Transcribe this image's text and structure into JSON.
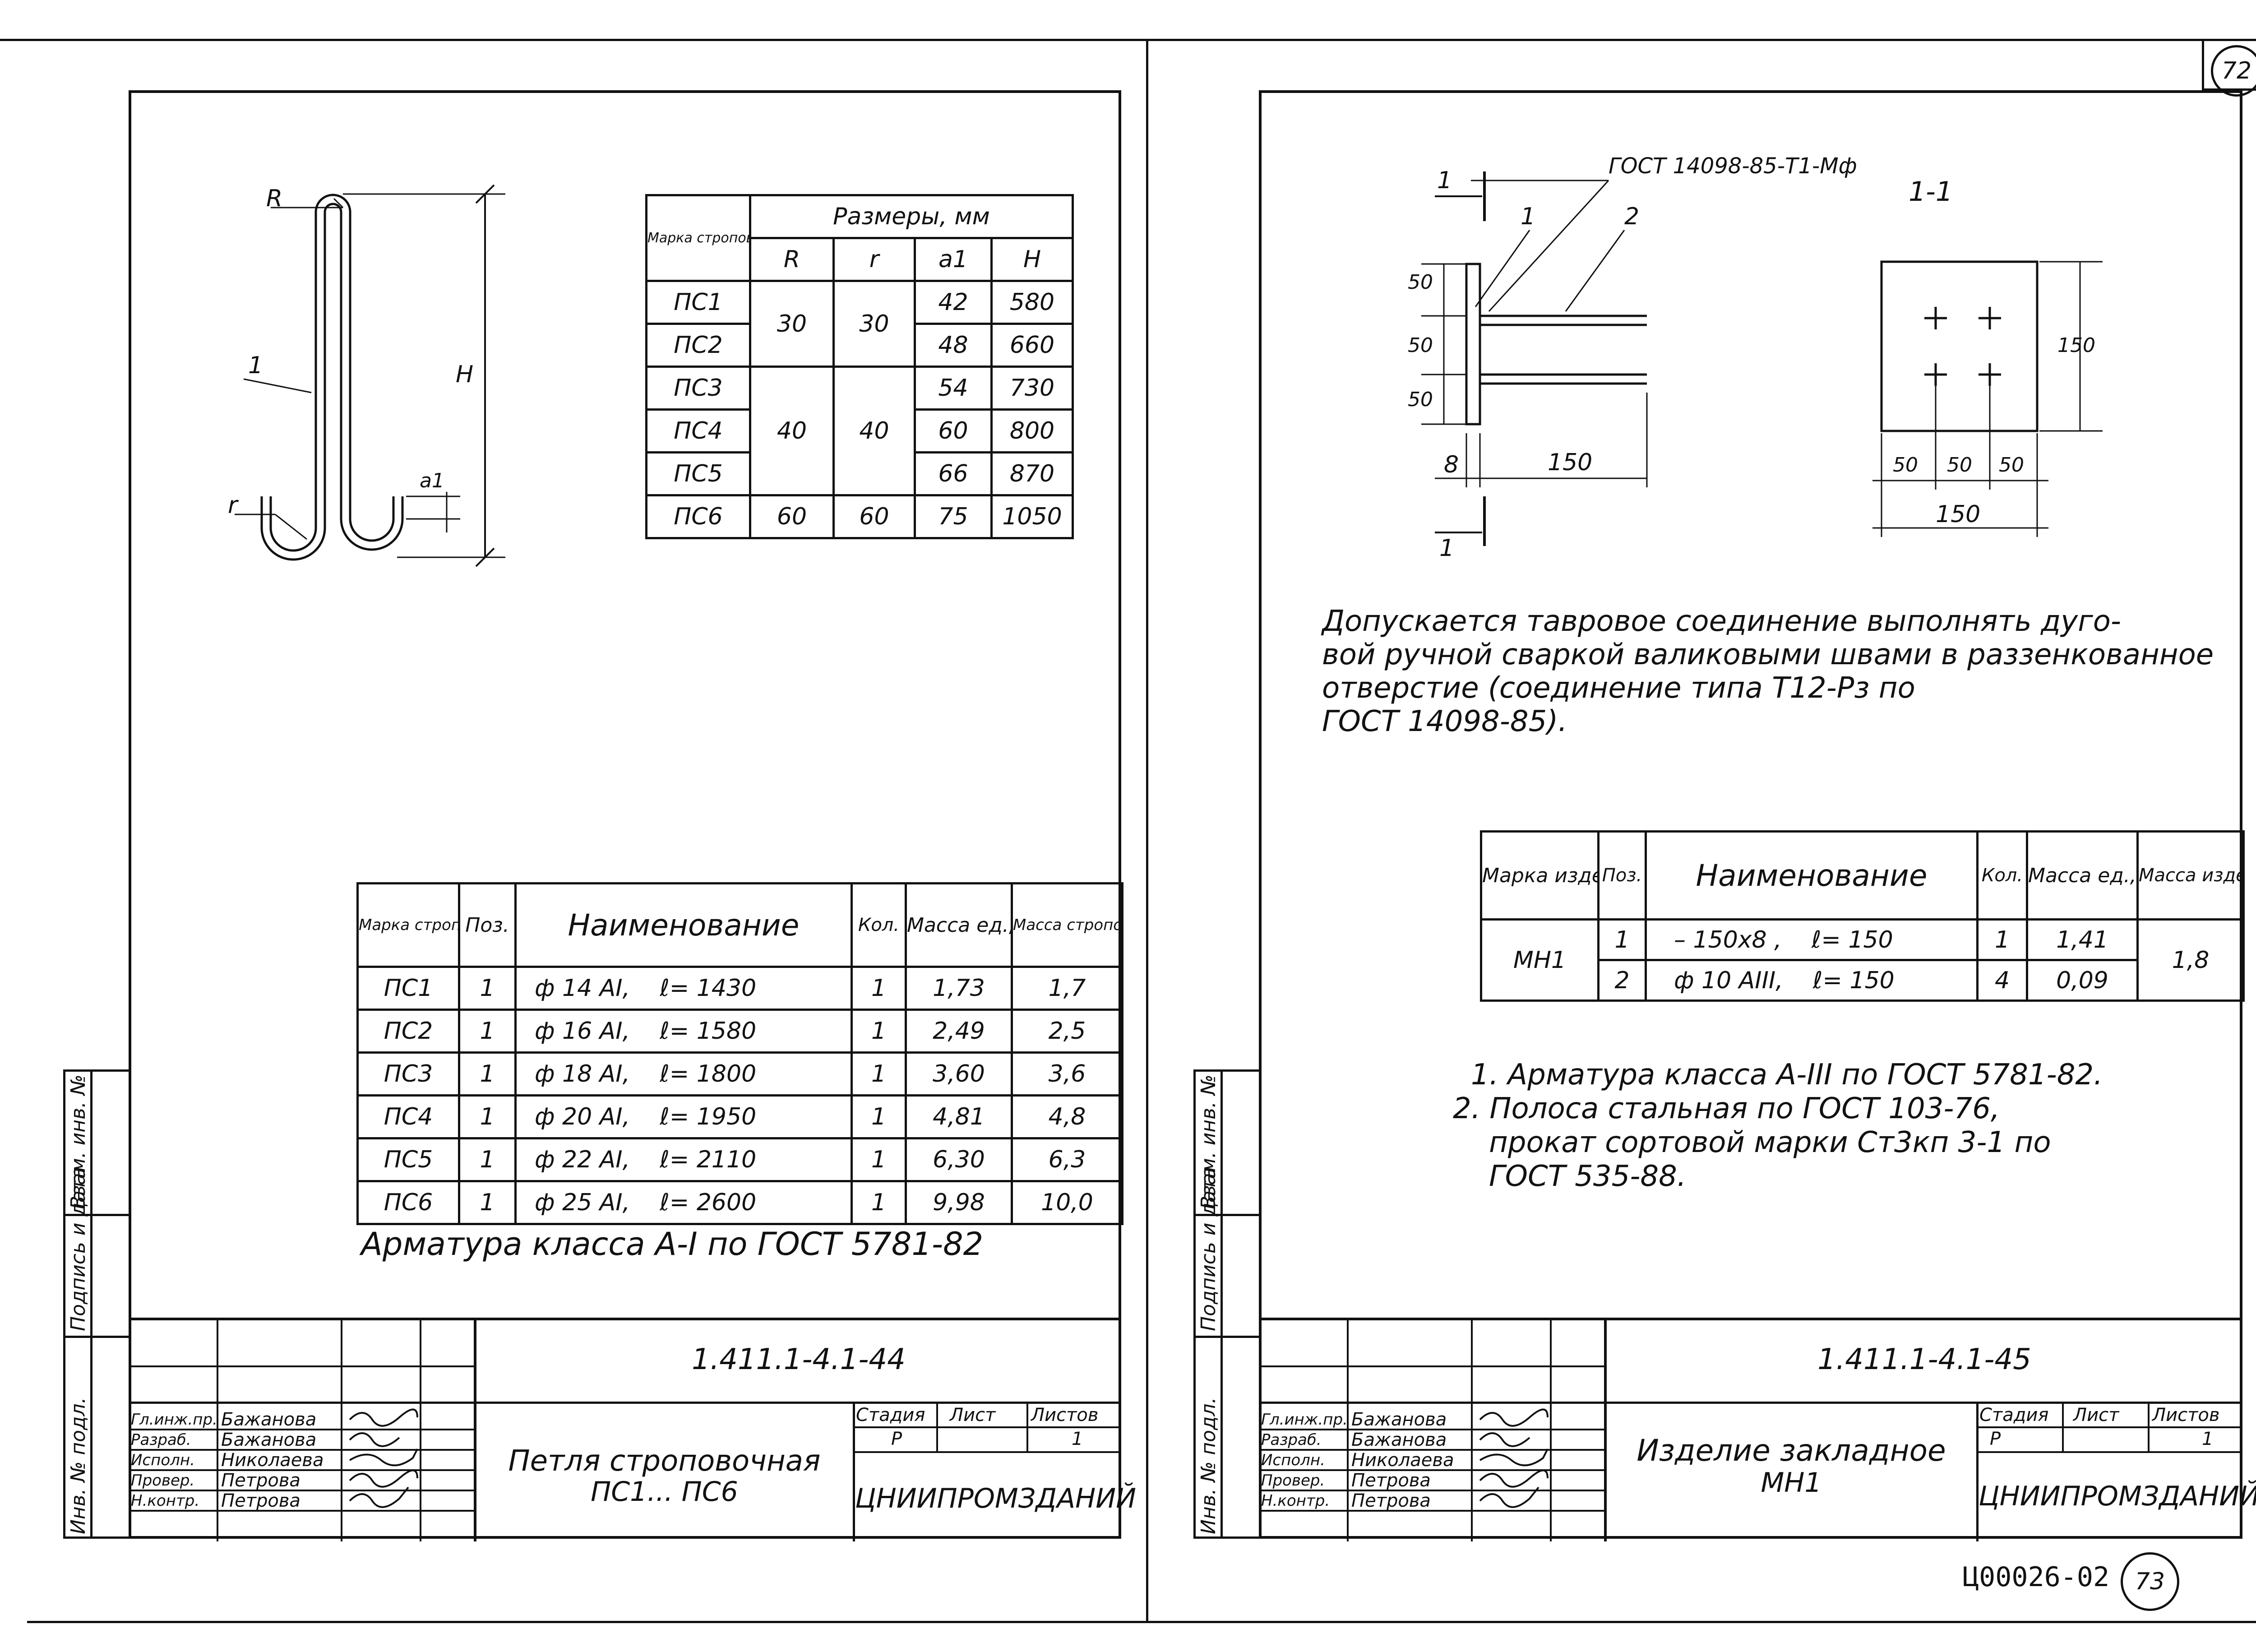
{
  "page_number_top": "72",
  "page_number_bottom": "73",
  "archive_code": "Ц00026-02",
  "left": {
    "dim_labels": {
      "R": "R",
      "r": "r",
      "a1": "a1",
      "H": "H",
      "pos": "1"
    },
    "dims_table": {
      "header_mark": "Марка строповочной петли",
      "header_sizes": "Размеры, мм",
      "cols": [
        "R",
        "r",
        "a1",
        "H"
      ],
      "rows": [
        {
          "mark": "ПС1",
          "a1": "42",
          "H": "580"
        },
        {
          "mark": "ПС2",
          "a1": "48",
          "H": "660"
        },
        {
          "mark": "ПС3",
          "a1": "54",
          "H": "730"
        },
        {
          "mark": "ПС4",
          "a1": "60",
          "H": "800"
        },
        {
          "mark": "ПС5",
          "a1": "66",
          "H": "870"
        },
        {
          "mark": "ПС6",
          "a1": "75",
          "H": "1050"
        }
      ],
      "group1_R": "30",
      "group1_r": "30",
      "group2_R": "40",
      "group2_r": "40",
      "group3_R": "60",
      "group3_r": "60"
    },
    "spec_table": {
      "headers": [
        "Марка строповочной петли",
        "Поз.",
        "Наименование",
        "Кол.",
        "Масса ед., кг",
        "Масса строповочной петли, кг"
      ],
      "rows": [
        {
          "mark": "ПС1",
          "pos": "1",
          "name": "ф 14 АI,",
          "len": "ℓ= 1430",
          "qty": "1",
          "m1": "1,73",
          "m": "1,7"
        },
        {
          "mark": "ПС2",
          "pos": "1",
          "name": "ф 16 АI,",
          "len": "ℓ= 1580",
          "qty": "1",
          "m1": "2,49",
          "m": "2,5"
        },
        {
          "mark": "ПС3",
          "pos": "1",
          "name": "ф 18 АI,",
          "len": "ℓ= 1800",
          "qty": "1",
          "m1": "3,60",
          "m": "3,6"
        },
        {
          "mark": "ПС4",
          "pos": "1",
          "name": "ф 20 АI,",
          "len": "ℓ= 1950",
          "qty": "1",
          "m1": "4,81",
          "m": "4,8"
        },
        {
          "mark": "ПС5",
          "pos": "1",
          "name": "ф 22 АI,",
          "len": "ℓ= 2110",
          "qty": "1",
          "m1": "6,30",
          "m": "6,3"
        },
        {
          "mark": "ПС6",
          "pos": "1",
          "name": "ф 25 АI,",
          "len": "ℓ= 2600",
          "qty": "1",
          "m1": "9,98",
          "m": "10,0"
        }
      ]
    },
    "note": "Арматура класса А-I по ГОСТ 5781-82",
    "stamp": {
      "code": "1.411.1-4.1-44",
      "title_line1": "Петля строповочная",
      "title_line2": "ПС1... ПС6",
      "stage_label": "Стадия",
      "sheet_label": "Лист",
      "sheets_label": "Листов",
      "stage": "Р",
      "sheets": "1",
      "org": "ЦНИИПРОМЗДАНИЙ",
      "roles": [
        "Гл.инж.пр.",
        "Разраб.",
        "Исполн.",
        "Провер.",
        "Н.контр."
      ],
      "names": [
        "Бажанова",
        "Бажанова",
        "Николаева",
        "Петрова",
        "Петрова"
      ]
    },
    "side_labels": [
      "Инв. № подл.",
      "Подпись и дата",
      "Взам. инв. №"
    ]
  },
  "right": {
    "weld_label": "ГОСТ 14098-85-Т1-Мф",
    "section_label": "1-1",
    "cut_marks": [
      "1",
      "1"
    ],
    "pos_labels": [
      "1",
      "2"
    ],
    "dims": {
      "v50a": "50",
      "v50b": "50",
      "v50c": "50",
      "t8": "8",
      "l150": "150",
      "plate150": "150",
      "h50a": "50",
      "h50b": "50",
      "h50c": "50",
      "w150": "150"
    },
    "weld_note": [
      "Допускается тавровое соединение выполнять дуго-",
      "вой ручной сваркой валиковыми швами в раззенкованное",
      "отверстие (соединение типа Т12-Рз по",
      "ГОСТ 14098-85)."
    ],
    "spec_table": {
      "headers": [
        "Марка изделия",
        "Поз.",
        "Наименование",
        "Кол.",
        "Масса ед., кг",
        "Масса изделия, кг"
      ],
      "mark": "МН1",
      "total": "1,8",
      "rows": [
        {
          "pos": "1",
          "name": "– 150х8 ,",
          "len": "ℓ= 150",
          "qty": "1",
          "m1": "1,41"
        },
        {
          "pos": "2",
          "name": "ф 10 АIII,",
          "len": "ℓ= 150",
          "qty": "4",
          "m1": "0,09"
        }
      ]
    },
    "notes": [
      "1. Арматура класса А-III по ГОСТ 5781-82.",
      "2. Полоса стальная по ГОСТ 103-76,",
      "прокат сортовой марки Ст3кп 3-1 по",
      "ГОСТ 535-88."
    ],
    "stamp": {
      "code": "1.411.1-4.1-45",
      "title_line1": "Изделие закладное",
      "title_line2": "МН1",
      "stage_label": "Стадия",
      "sheet_label": "Лист",
      "sheets_label": "Листов",
      "stage": "Р",
      "sheets": "1",
      "org": "ЦНИИПРОМЗДАНИЙ",
      "roles": [
        "Гл.инж.пр.",
        "Разраб.",
        "Исполн.",
        "Провер.",
        "Н.контр."
      ],
      "names": [
        "Бажанова",
        "Бажанова",
        "Николаева",
        "Петрова",
        "Петрова"
      ]
    },
    "side_labels": [
      "Инв. № подл.",
      "Подпись и дата",
      "Взам. инв. №"
    ]
  }
}
